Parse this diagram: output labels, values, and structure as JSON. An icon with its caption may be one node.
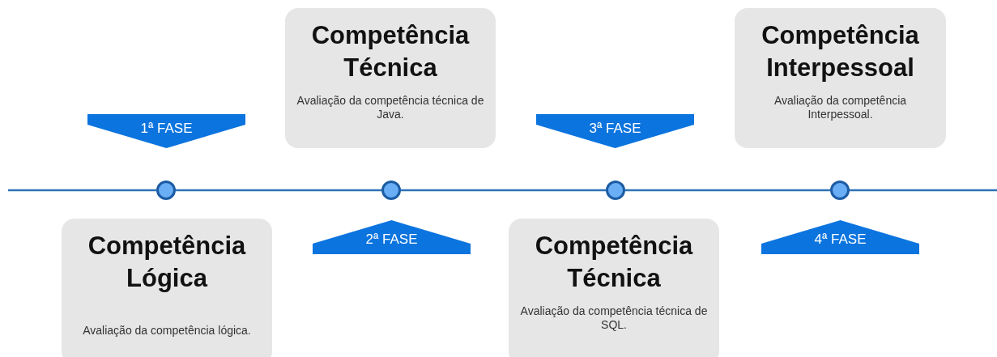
{
  "diagram": {
    "nodes": [
      {
        "text": [
          "1ª FASE"
        ]
      },
      {
        "text": [
          "Competência Lógica",
          "Avaliação da competência lógica."
        ]
      },
      {
        "text": [
          "2ª FASE"
        ]
      },
      {
        "text": [
          "Competência Técnica",
          "Avaliação da competência técnica de Java."
        ]
      },
      {
        "text": [
          "3ª FASE"
        ]
      },
      {
        "text": [
          "Competência Técnica",
          "Avaliação da competência técnica de SQL."
        ]
      },
      {
        "text": [
          "4ª FASE"
        ]
      },
      {
        "text": [
          "Competência Interpessoal",
          "Avaliação da competência Interpessoal."
        ]
      },
      {
        "text": [],
        "shape": "circle"
      },
      {
        "text": [],
        "shape": "circle"
      },
      {
        "text": [],
        "shape": "circle"
      },
      {
        "text": [],
        "shape": "circle"
      }
    ],
    "edges": [
      {
        "from": null,
        "to": 8,
        "arrow": "none"
      },
      {
        "from": 8,
        "to": 9,
        "arrow": "none"
      },
      {
        "from": 9,
        "to": 10,
        "arrow": "none"
      },
      {
        "from": 10,
        "to": 11,
        "arrow": "none"
      },
      {
        "from": 11,
        "to": null,
        "arrow": "none"
      }
    ]
  }
}
